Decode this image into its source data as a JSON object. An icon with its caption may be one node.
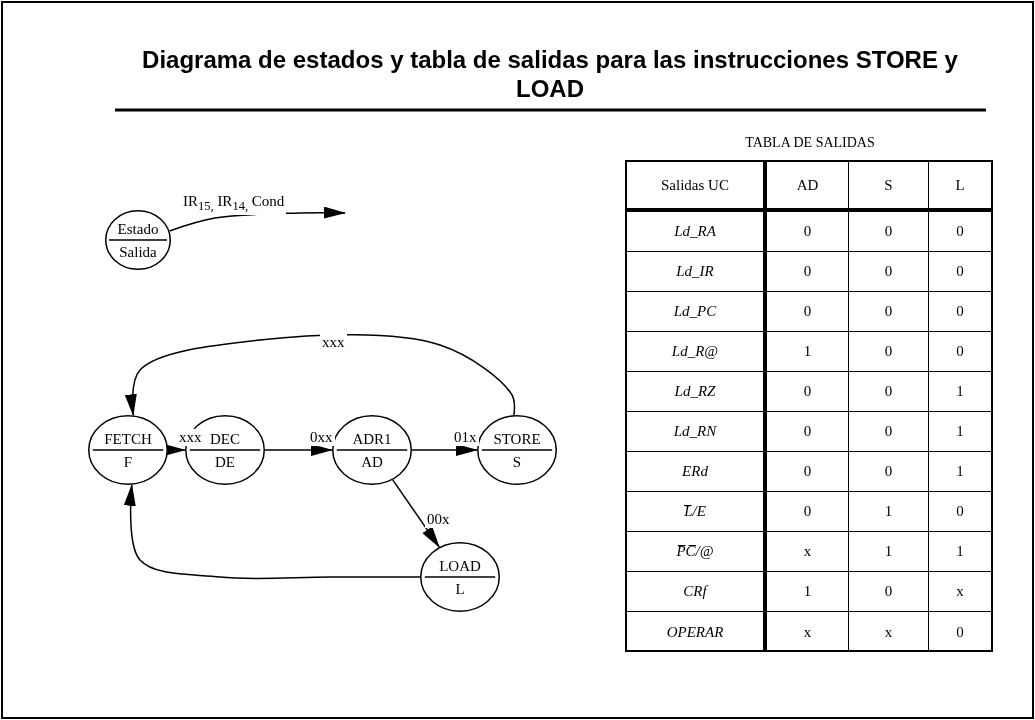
{
  "diagram": {
    "title": "Diagrama de estados y tabla de salidas para las instrucciones STORE y LOAD",
    "nodes": [
      {
        "text": [
          "Estado",
          "Salida"
        ]
      },
      {
        "text": [
          "FETCH",
          "F"
        ]
      },
      {
        "text": [
          "DEC",
          "DE"
        ]
      },
      {
        "text": [
          "ADR1",
          "AD"
        ]
      },
      {
        "text": [
          "STORE",
          "S"
        ]
      },
      {
        "text": [
          "LOAD",
          "L"
        ]
      }
    ],
    "edges": [
      {
        "from": 0,
        "to": null,
        "arrow": "to",
        "label": "IR$_{15,}$ IR$_{14,}$ Cond"
      },
      {
        "from": 1,
        "to": 2,
        "arrow": "to",
        "label": "xxx"
      },
      {
        "from": 2,
        "to": 3,
        "arrow": "to",
        "label": "0xx"
      },
      {
        "from": 3,
        "to": 4,
        "arrow": "to",
        "label": "01x"
      },
      {
        "from": 3,
        "to": 5,
        "arrow": "to",
        "label": "00x"
      },
      {
        "from": 4,
        "to": 1,
        "arrow": "to",
        "label": "xxx"
      },
      {
        "from": 5,
        "to": 1,
        "arrow": "to"
      }
    ],
    "labels": [
      "TABLA DE SALIDAS",
      "Salidas UC",
      "AD",
      "S",
      "L",
      "Ld_RA",
      "0",
      "0",
      "0",
      "Ld_IR",
      "0",
      "0",
      "0",
      "Ld_PC",
      "0",
      "0",
      "0",
      "Ld_R@",
      "1",
      "0",
      "0",
      "Ld_RZ",
      "0",
      "0",
      "1",
      "Ld_RN",
      "0",
      "0",
      "1",
      "ERd",
      "0",
      "0",
      "1",
      "L̅/E",
      "0",
      "1",
      "0",
      "P̅C̅/@",
      "x",
      "1",
      "1",
      "CRf",
      "1",
      "0",
      "x",
      "OPERAR",
      "x",
      "x",
      "0"
    ]
  }
}
